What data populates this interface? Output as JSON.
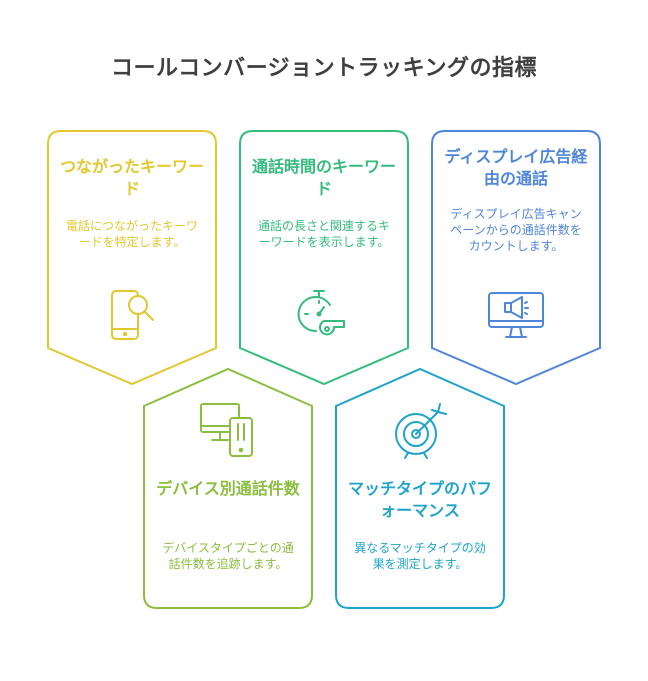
{
  "title": "コールコンバージョントラッキングの指標",
  "colors": {
    "yellow": "#e2c72f",
    "green": "#35bb7d",
    "blue": "#4f86d8",
    "lime": "#8bbd3e",
    "cyan": "#1fa3c8",
    "title": "#3f3f3f"
  },
  "cards": [
    {
      "title": "つながったキーワード",
      "description": "電話につながったキーワードを特定します。",
      "icon": "phone-search-icon"
    },
    {
      "title": "通話時間のキーワード",
      "description": "通話の長さと関連するキーワードを表示します。",
      "icon": "stopwatch-whistle-icon"
    },
    {
      "title": "ディスプレイ広告経由の通話",
      "description": "ディスプレイ広告キャンペーンからの通話件数をカウントします。",
      "icon": "monitor-megaphone-icon"
    },
    {
      "title": "デバイス別通話件数",
      "description": "デバイスタイプごとの通話件数を追跡します。",
      "icon": "devices-icon"
    },
    {
      "title": "マッチタイプのパフォーマンス",
      "description": "異なるマッチタイプの効果を測定します。",
      "icon": "target-arrow-icon"
    }
  ]
}
